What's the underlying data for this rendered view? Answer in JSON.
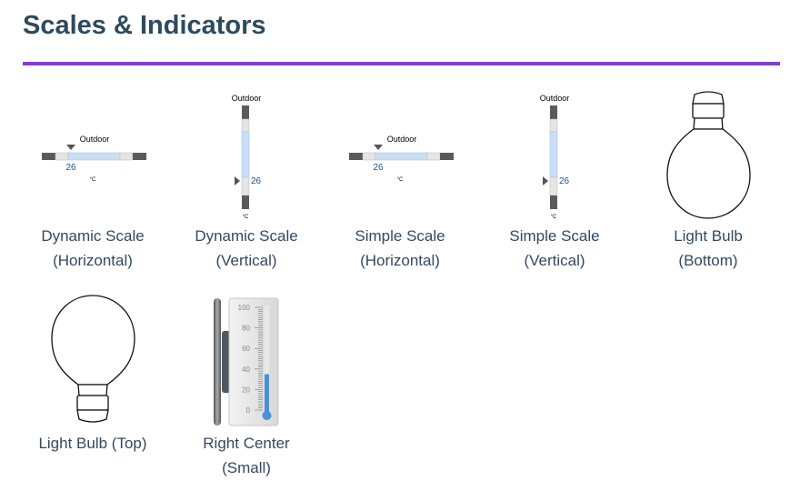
{
  "page": {
    "title": "Scales & Indicators"
  },
  "widgets": [
    {
      "line1": "Dynamic Scale",
      "line2": "(Horizontal)",
      "caption": "Outdoor",
      "value": "26",
      "unit": "°C"
    },
    {
      "line1": "Dynamic Scale",
      "line2": "(Vertical)",
      "caption": "Outdoor",
      "value": "26",
      "unit": "°C"
    },
    {
      "line1": "Simple Scale",
      "line2": "(Horizontal)",
      "caption": "Outdoor",
      "value": "26",
      "unit": "°C"
    },
    {
      "line1": "Simple Scale",
      "line2": "(Vertical)",
      "caption": "Outdoor",
      "value": "26",
      "unit": "°C"
    },
    {
      "line1": "Light Bulb",
      "line2": "(Bottom)"
    },
    {
      "line1": "Light Bulb (Top)"
    },
    {
      "line1": "Right Center",
      "line2": "(Small)",
      "ticks": [
        "100",
        "80",
        "60",
        "40",
        "20",
        "0"
      ],
      "level_percent": 35
    }
  ],
  "colors": {
    "accent": "#7f3fd4",
    "title": "#2e4a5e",
    "scale_fill": "#c9dff5",
    "thermo_fill": "#4a90d9"
  }
}
